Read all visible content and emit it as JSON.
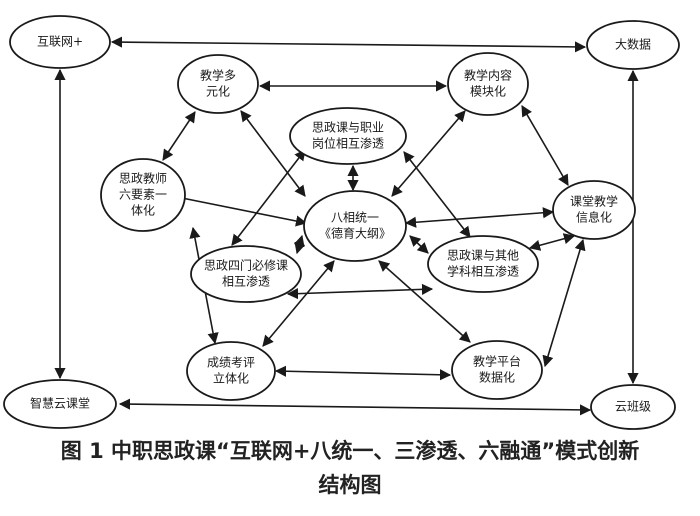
{
  "nodes": {
    "hulianwang": [
      "互联网+"
    ],
    "dashuju": [
      "大数据"
    ],
    "zhihui": [
      "智慧云课堂"
    ],
    "yunbanji": [
      "云班级"
    ],
    "duoyuan": [
      "教学多",
      "元化"
    ],
    "mokuai": [
      "教学内容",
      "模块化"
    ],
    "zhiye": [
      "思政课与职业",
      "岗位相互渗透"
    ],
    "liuyaosu": [
      "思政教师",
      "六要素一",
      "体化"
    ],
    "bazhang": [
      "八相统一",
      "《德育大纲》"
    ],
    "xinxi": [
      "课堂教学",
      "信息化"
    ],
    "simen": [
      "思政四门必修课",
      "相互渗透"
    ],
    "qita": [
      "思政课与其他",
      "学科相互渗透"
    ],
    "chengji": [
      "成绩考评",
      "立体化"
    ],
    "pingtai": [
      "教学平台",
      "数据化"
    ]
  },
  "caption": {
    "line1": "图 1  中职思政课“互联网+八统一、三渗透、六融通”模式创新",
    "line2": "结构图"
  }
}
